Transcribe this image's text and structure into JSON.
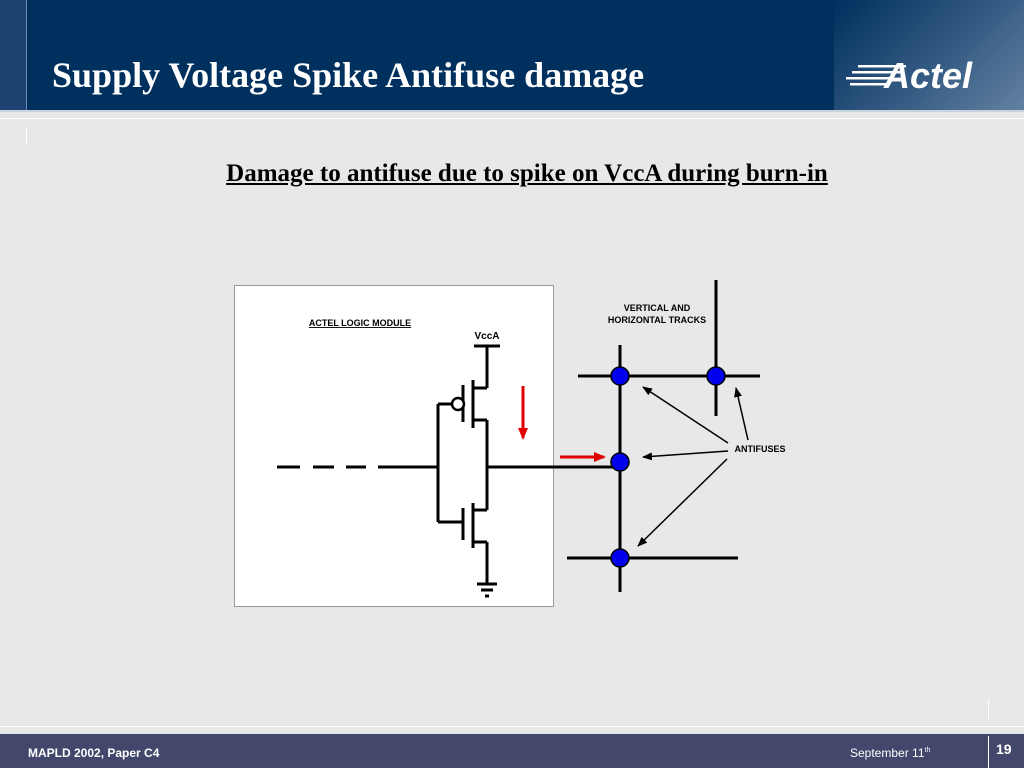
{
  "slide": {
    "title": "Supply Voltage Spike Antifuse damage",
    "logo_text": "Actel",
    "subtitle": "Damage to antifuse due to spike on VccA during burn-in"
  },
  "diagram": {
    "module_label": "ACTEL LOGIC MODULE",
    "vcc_label": "VccA",
    "tracks_label_line1": "VERTICAL AND",
    "tracks_label_line2": "HORIZONTAL TRACKS",
    "antifuses_label": "ANTIFUSES",
    "colors": {
      "antifuse": "#0000ee",
      "spike_arrow": "#e00000",
      "wire": "#000000"
    }
  },
  "footer": {
    "left_text": "MAPLD 2002, Paper C4",
    "date_text": "September 11",
    "date_sup": "th",
    "page_number": "19"
  }
}
